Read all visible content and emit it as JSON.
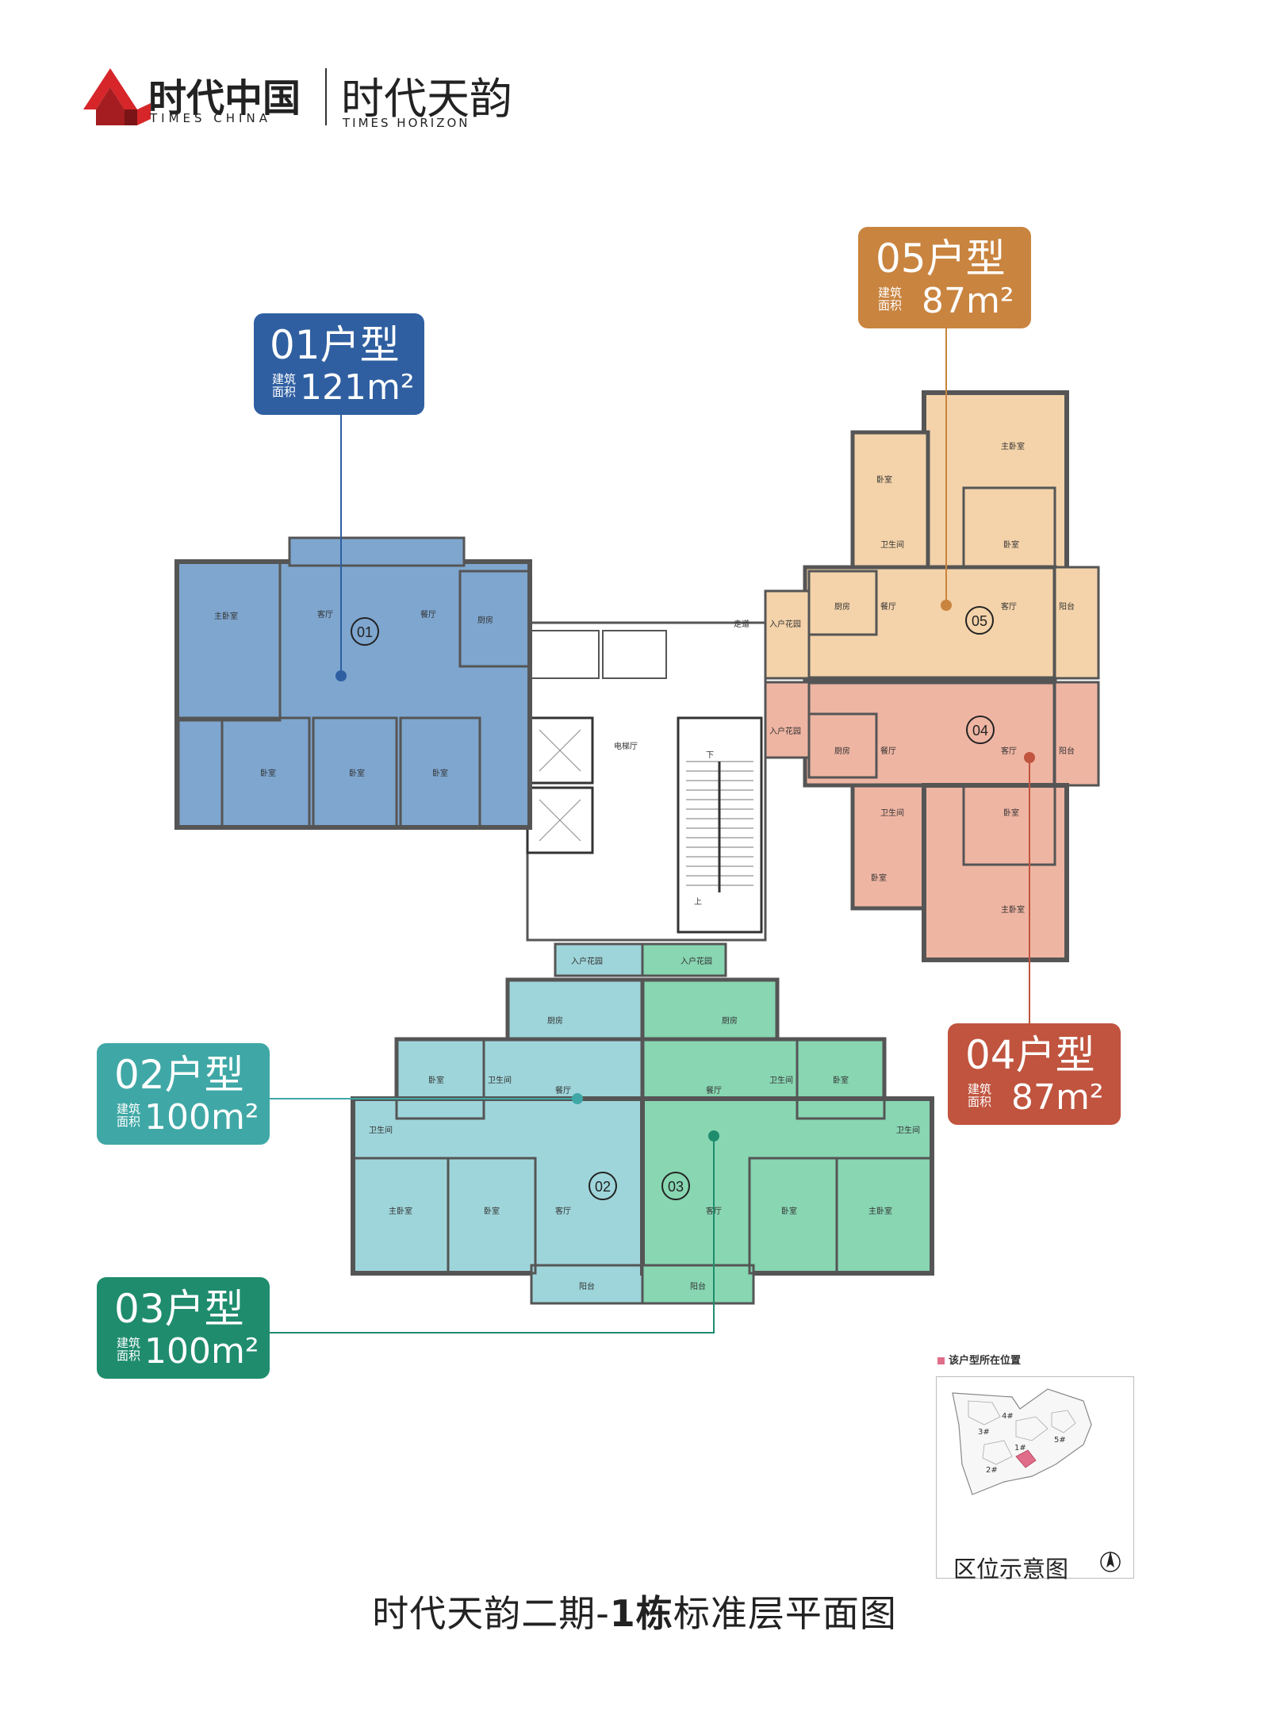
{
  "header": {
    "brand_cn": "时代中国",
    "brand_en": "TIMES CHINA",
    "project_cn": "时代天韵",
    "project_en": "TIMES HORIZON"
  },
  "units": [
    {
      "id": "01",
      "name": "01户型",
      "label_line1": "建筑",
      "label_line2": "面积",
      "area": "121m²",
      "color": "#2f5fa1",
      "fill": "#7ea6cf"
    },
    {
      "id": "02",
      "name": "02户型",
      "label_line1": "建筑",
      "label_line2": "面积",
      "area": "100m²",
      "color": "#3fa8a6",
      "fill": "#9ed5da"
    },
    {
      "id": "03",
      "name": "03户型",
      "label_line1": "建筑",
      "label_line2": "面积",
      "area": "100m²",
      "color": "#1f8c6e",
      "fill": "#88d6b2"
    },
    {
      "id": "04",
      "name": "04户型",
      "label_line1": "建筑",
      "label_line2": "面积",
      "area": "87m²",
      "color": "#c0543f",
      "fill": "#efb5a3"
    },
    {
      "id": "05",
      "name": "05户型",
      "label_line1": "建筑",
      "label_line2": "面积",
      "area": "87m²",
      "color": "#c9843f",
      "fill": "#f4d3aa"
    }
  ],
  "rooms": {
    "master_bedroom": "主卧室",
    "bedroom": "卧室",
    "living": "客厅",
    "dining": "餐厅",
    "kitchen": "厨房",
    "bath": "卫生间",
    "balcony": "阳台",
    "foyer": "入户花园",
    "corridor": "走道",
    "elevator_hall": "电梯厅",
    "up": "上",
    "down": "下"
  },
  "location_map": {
    "legend": "该户型所在位置",
    "title": "区位示意图",
    "buildings": [
      "1#",
      "2#",
      "3#",
      "4#",
      "5#"
    ]
  },
  "page_title_pre": "时代天韵二期-",
  "page_title_bold": "1栋",
  "page_title_post": "标准层平面图"
}
